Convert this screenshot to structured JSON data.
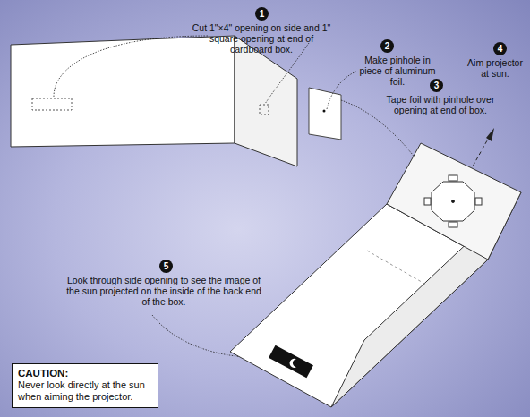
{
  "diagram": {
    "nodes": [
      {
        "text": [
          "CAUTION:",
          "Never look directly at the sun when aiming the projector."
        ]
      }
    ],
    "edges": [],
    "labels": [
      "1",
      "Cut 1\"×4\" opening on side and 1\" square opening at end of cardboard box.",
      "2",
      "Make pinhole in piece of aluminum foil.",
      "3",
      "Tape foil with pinhole over opening at end of box.",
      "4",
      "Aim projector at sun.",
      "5",
      "Look through side opening to see the image of the sun projected on the inside of the back end of the box."
    ]
  }
}
